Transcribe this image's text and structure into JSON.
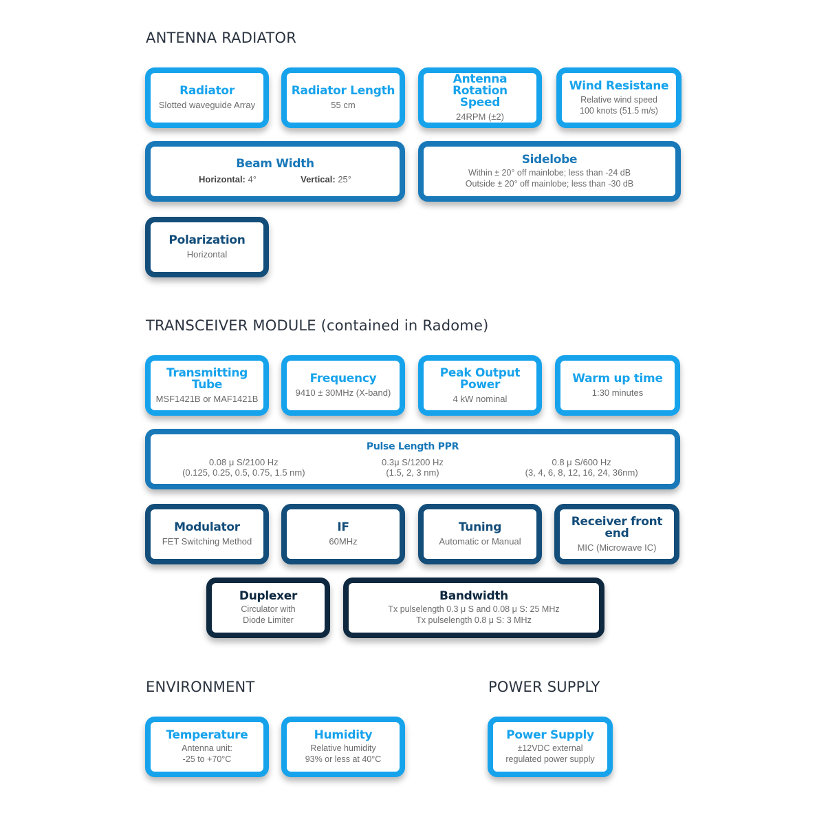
{
  "sections": {
    "antenna": "ANTENNA RADIATOR",
    "transceiver": "TRANSCEIVER MODULE (contained in Radome)",
    "environment": "ENVIRONMENT",
    "power": "POWER SUPPLY"
  },
  "antenna": {
    "radiator": {
      "title": "Radiator",
      "value": "Slotted waveguide Array"
    },
    "radiator_length": {
      "title": "Radiator Length",
      "value": "55 cm"
    },
    "rotation": {
      "title": "Antenna Rotation Speed",
      "value": "24RPM (±2)"
    },
    "wind": {
      "title": "Wind Resistane",
      "line1": "Relative wind speed",
      "line2": "100 knots (51.5 m/s)"
    },
    "beam_width": {
      "title": "Beam Width",
      "horizontal_label": "Horizontal:",
      "horizontal_value": " 4°",
      "vertical_label": "Vertical:",
      "vertical_value": " 25°"
    },
    "sidelobe": {
      "title": "Sidelobe",
      "line1": "Within ± 20° off mainlobe; less than -24 dB",
      "line2": "Outside ± 20° off mainlobe; less than -30 dB"
    },
    "polarization": {
      "title": "Polarization",
      "value": "Horizontal"
    }
  },
  "transceiver": {
    "tube": {
      "title": "Transmitting Tube",
      "value": "MSF1421B or MAF1421B"
    },
    "frequency": {
      "title": "Frequency",
      "value": "9410 ± 30MHz (X-band)"
    },
    "peak_power": {
      "title": "Peak Output Power",
      "value": "4 kW nominal"
    },
    "warmup": {
      "title": "Warm up time",
      "value": "1:30 minutes"
    },
    "pulse": {
      "title": "Pulse Length PPR",
      "columns": [
        {
          "line1": "0.08 μ S/2100 Hz",
          "line2": "(0.125, 0.25, 0.5, 0.75, 1.5 nm)"
        },
        {
          "line1": "0.3μ S/1200 Hz",
          "line2": "(1.5, 2, 3 nm)"
        },
        {
          "line1": "0.8 μ S/600 Hz",
          "line2": "(3, 4, 6, 8, 12, 16, 24, 36nm)"
        }
      ]
    },
    "modulator": {
      "title": "Modulator",
      "value": "FET Switching Method"
    },
    "if": {
      "title": "IF",
      "value": "60MHz"
    },
    "tuning": {
      "title": "Tuning",
      "value": "Automatic or Manual"
    },
    "receiver": {
      "title": "Receiver front end",
      "value": "MIC (Microwave IC)"
    },
    "duplexer": {
      "title": "Duplexer",
      "line1": "Circulator with",
      "line2": "Diode Limiter"
    },
    "bandwidth": {
      "title": "Bandwidth",
      "line1": "Tx pulselength 0.3 μ S and 0.08 μ S: 25 MHz",
      "line2": "Tx pulselength 0.8 μ S: 3 MHz"
    }
  },
  "environment": {
    "temperature": {
      "title": "Temperature",
      "line1": "Antenna unit:",
      "line2": "-25 to +70°C"
    },
    "humidity": {
      "title": "Humidity",
      "line1": "Relative humidity",
      "line2": "93% or less at 40°C"
    }
  },
  "power": {
    "supply": {
      "title": "Power Supply",
      "line1": "±12VDC external",
      "line2": "regulated power supply"
    }
  },
  "colors": {
    "tier1": "#17a3ec",
    "tier2": "#1878b8",
    "tier3": "#134d7a",
    "tier4": "#0e2840"
  }
}
